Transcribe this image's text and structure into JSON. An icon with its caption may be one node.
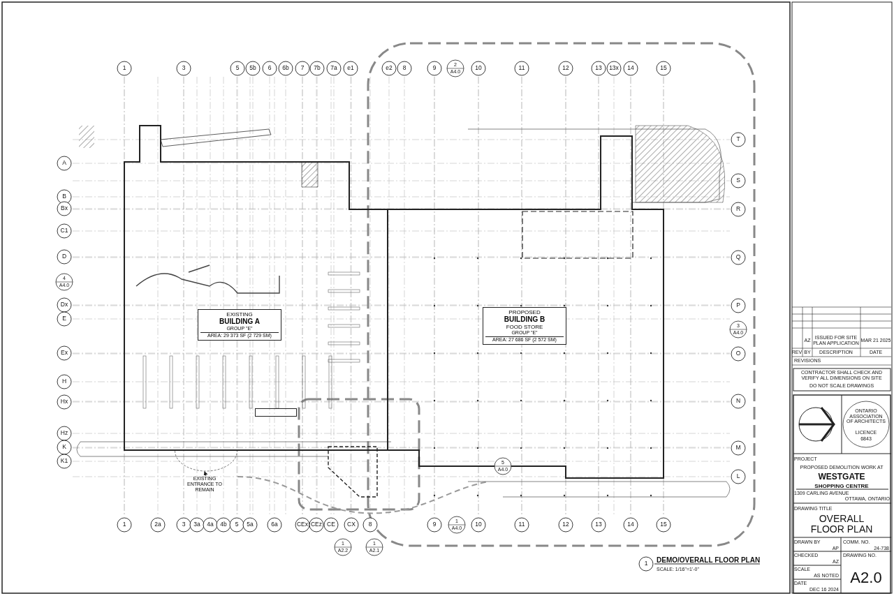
{
  "diagram": {
    "title": "DEMO/OVERALL FLOOR PLAN",
    "nodes": [
      {
        "text": [
          "EXISTING",
          "BUILDING A",
          "GROUP \"E\"",
          "AREA: 29 373 SF (2 729 SM)"
        ]
      },
      {
        "text": [
          "PROPOSED",
          "BUILDING B",
          "FOOD STORE",
          "GROUP \"E\"",
          "AREA: 27 686 SF (2 572 SM)"
        ]
      },
      {
        "text": [],
        "shape": "box"
      },
      {
        "text": [
          "EXISTING ENTRANCE TO REMAIN"
        ]
      },
      {
        "text": [],
        "shape": "arc"
      }
    ],
    "edges": [
      {
        "from": 3,
        "to": 4,
        "arrow": "to"
      }
    ],
    "labels": [
      "1",
      "3",
      "5",
      "5b",
      "6",
      "6b",
      "7",
      "7b",
      "7a",
      "e1",
      "e2",
      "8",
      "9",
      "2",
      "A4.0",
      "10",
      "11",
      "12",
      "13",
      "13x",
      "14",
      "15",
      "A",
      "B",
      "Bx",
      "C1",
      "D",
      "4",
      "A4.0",
      "Dx",
      "E",
      "Ex",
      "H",
      "Hx",
      "Hz",
      "K",
      "K1",
      "T",
      "S",
      "R",
      "Q",
      "P",
      "3",
      "A4.0",
      "O",
      "N",
      "M",
      "L",
      "5",
      "A4.0",
      "1",
      "2a",
      "3",
      "3a",
      "4a",
      "4b",
      "5",
      "5a",
      "6a",
      "CEx",
      "CEz",
      "CE",
      "CX",
      "8",
      "9",
      "1",
      "A4.0",
      "10",
      "11",
      "12",
      "13",
      "14",
      "15",
      "1",
      "A2.2",
      "1",
      "A2.1",
      "1",
      "SCALE: 1/16\"=1'-0\"",
      "AZ",
      "ISSUED FOR SITE PLAN APPLICATION",
      "MAR 21 2025",
      "REV",
      "BY",
      "DESCRIPTION",
      "DATE",
      "REVISIONS",
      "CONTRACTOR SHALL CHECK AND VERIFY ALL DIMENSIONS ON SITE",
      "DO NOT SCALE DRAWINGS",
      "ONTARIO ASSOCIATION OF ARCHITECTS",
      "LICENCE",
      "6843",
      "PROJECT",
      "PROPOSED DEMOLITION WORK AT",
      "WESTGATE",
      "SHOPPING CENTRE",
      "1309 CARLING AVENUE",
      "OTTAWA, ONTARIO",
      "DRAWING TITLE",
      "OVERALL FLOOR PLAN",
      "DRAWN BY",
      "AP",
      "COMM. NO.",
      "24-738",
      "CHECKED",
      "AZ",
      "DRAWING NO.",
      "SCALE",
      "AS NOTED",
      "A2.0",
      "DATE",
      "DEC 16 2024"
    ]
  }
}
